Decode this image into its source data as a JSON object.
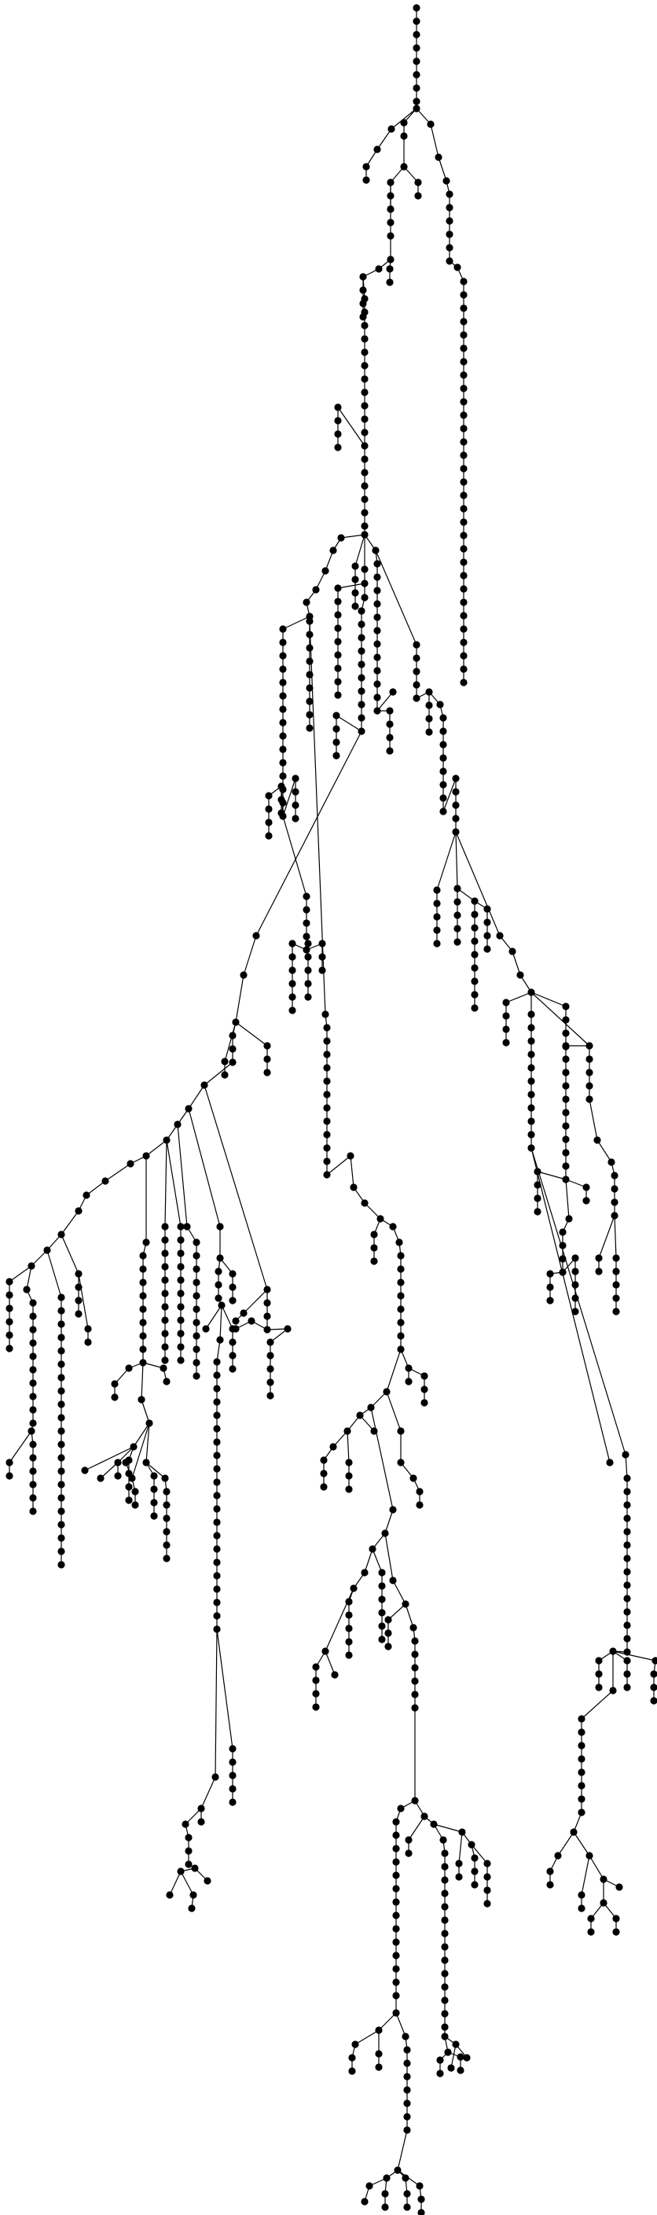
{
  "diagram": {
    "type": "tree",
    "node_color": "#000000",
    "edge_color": "#000000",
    "background": "#ffffff",
    "node_shape": "circle",
    "labels": "none"
  }
}
